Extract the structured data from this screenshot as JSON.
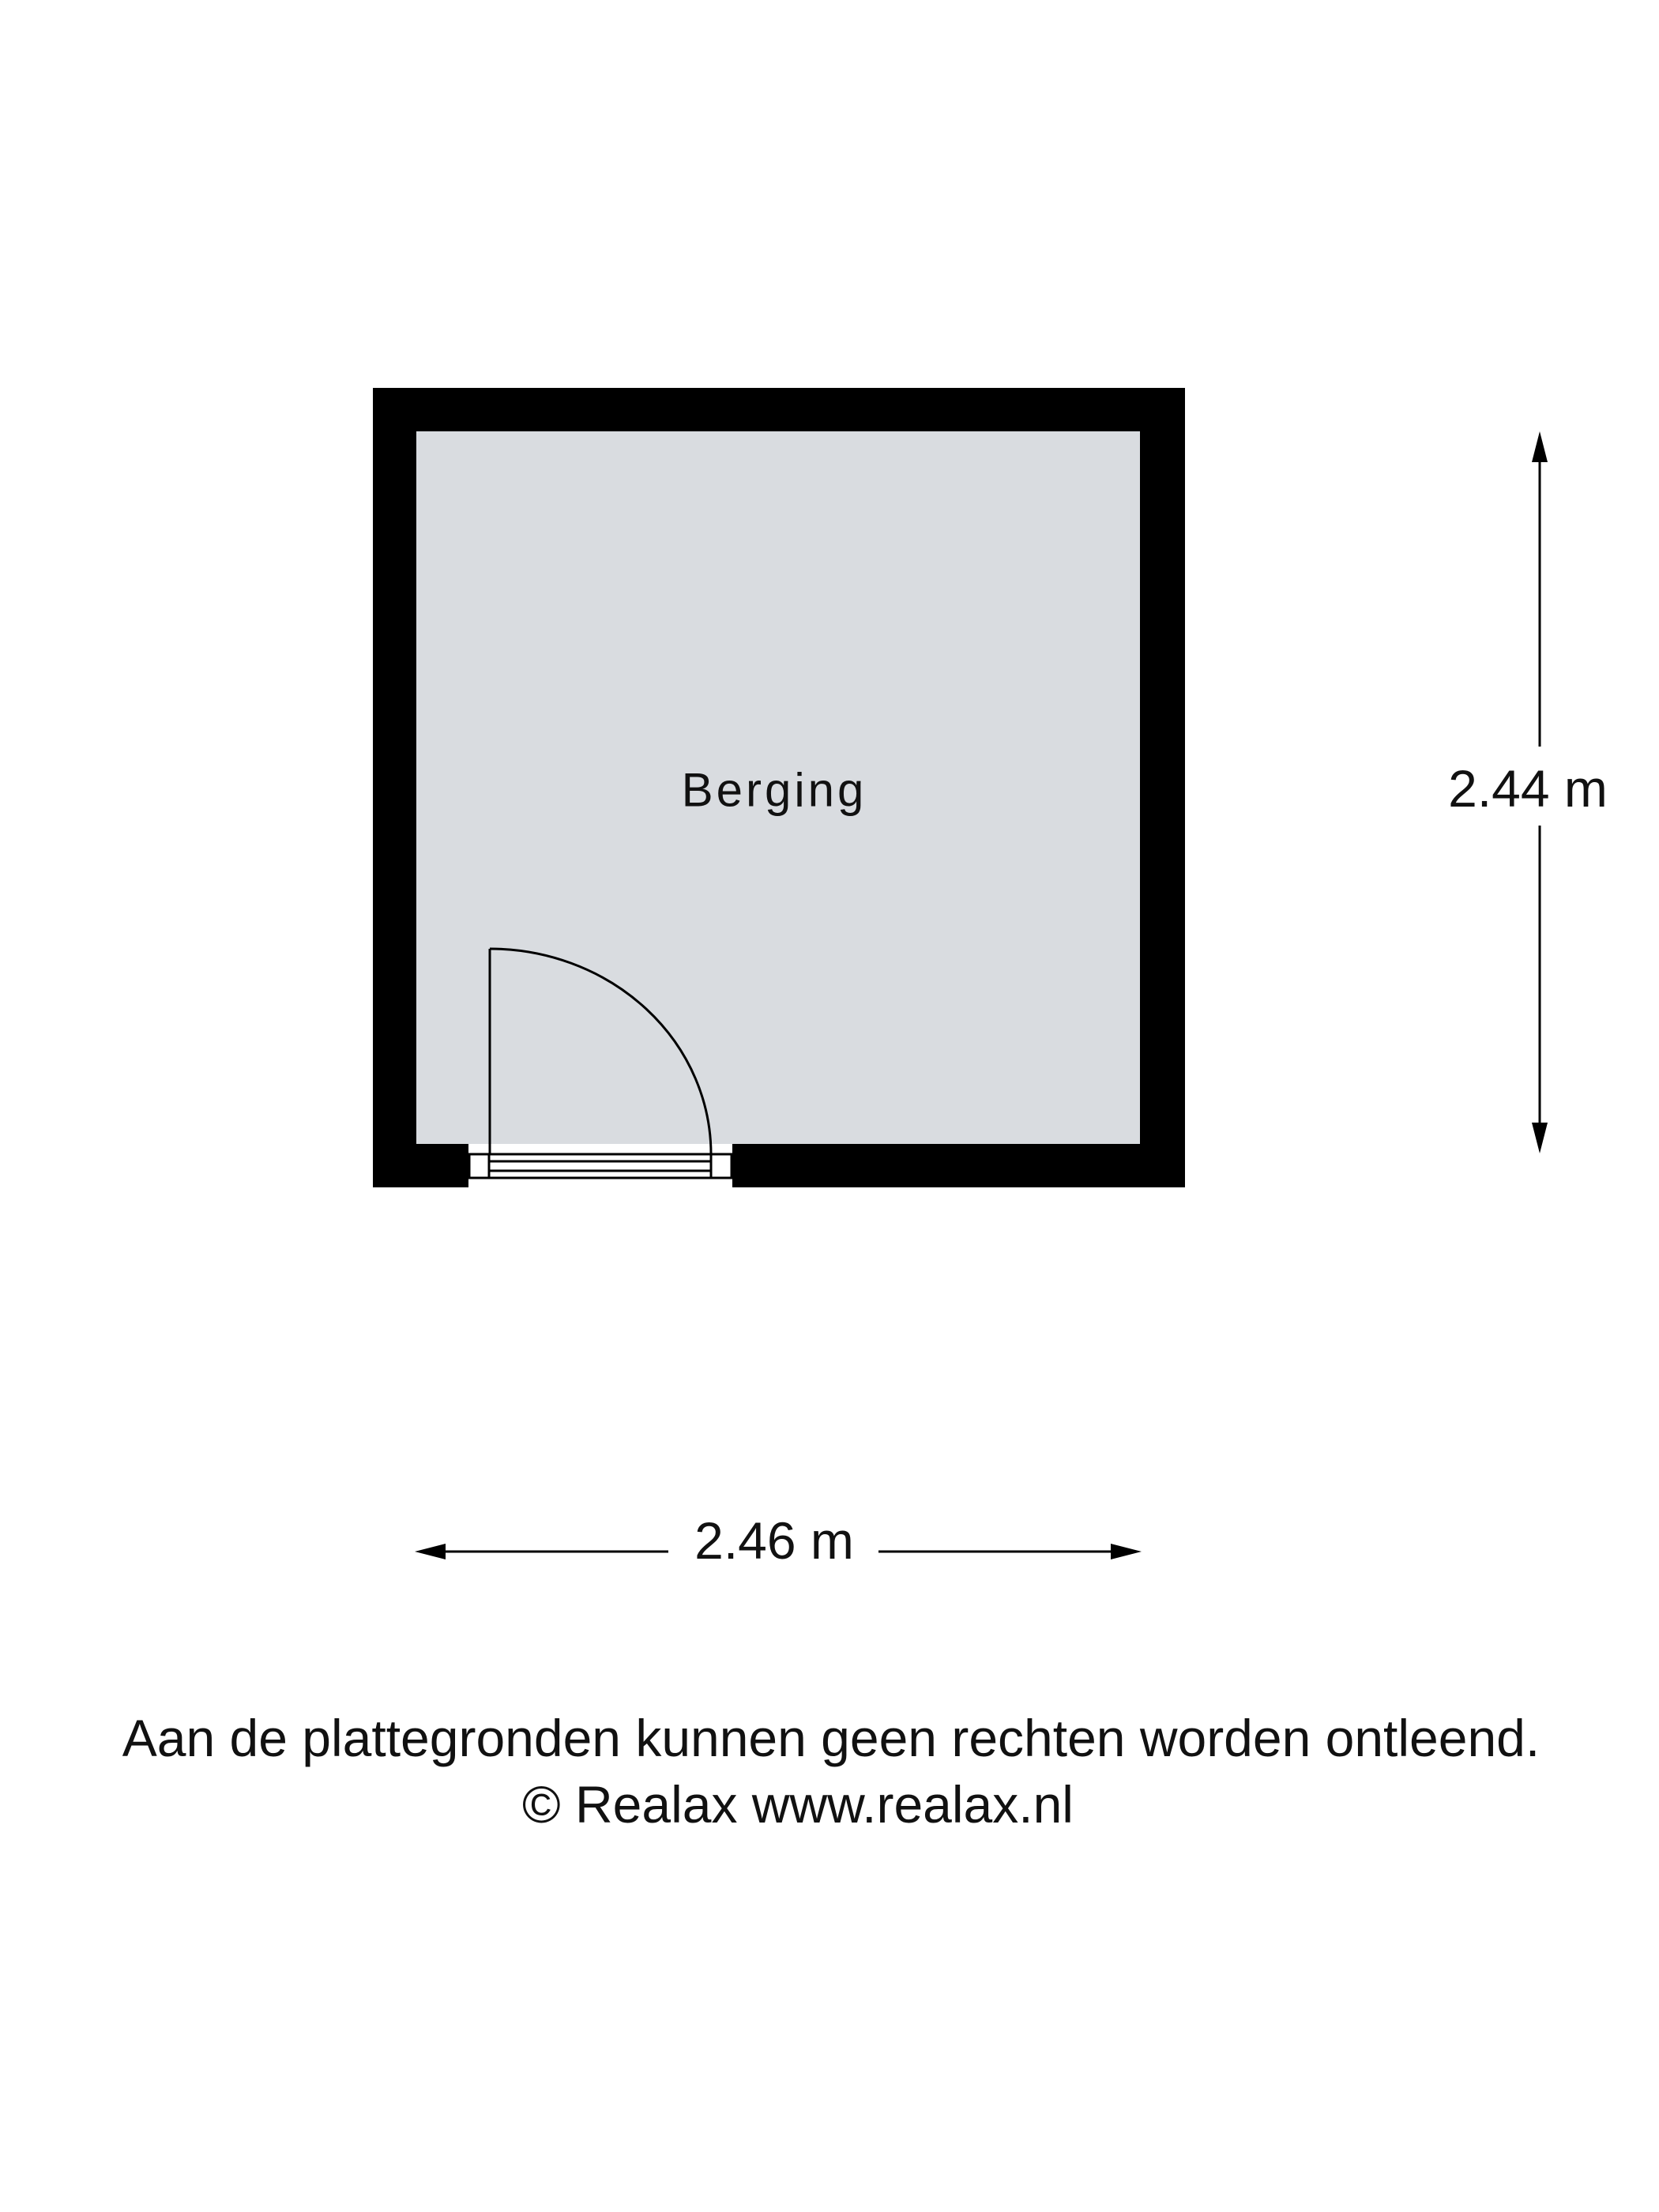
{
  "room": {
    "name": "Berging",
    "floor_color": "#d9dce0",
    "wall_color": "#000000"
  },
  "dimensions": {
    "height": "2.44 m",
    "width": "2.46 m"
  },
  "footer": {
    "disclaimer": "Aan de plattegronden kunnen geen rechten worden ontleend.",
    "copyright": "© Realax www.realax.nl"
  }
}
